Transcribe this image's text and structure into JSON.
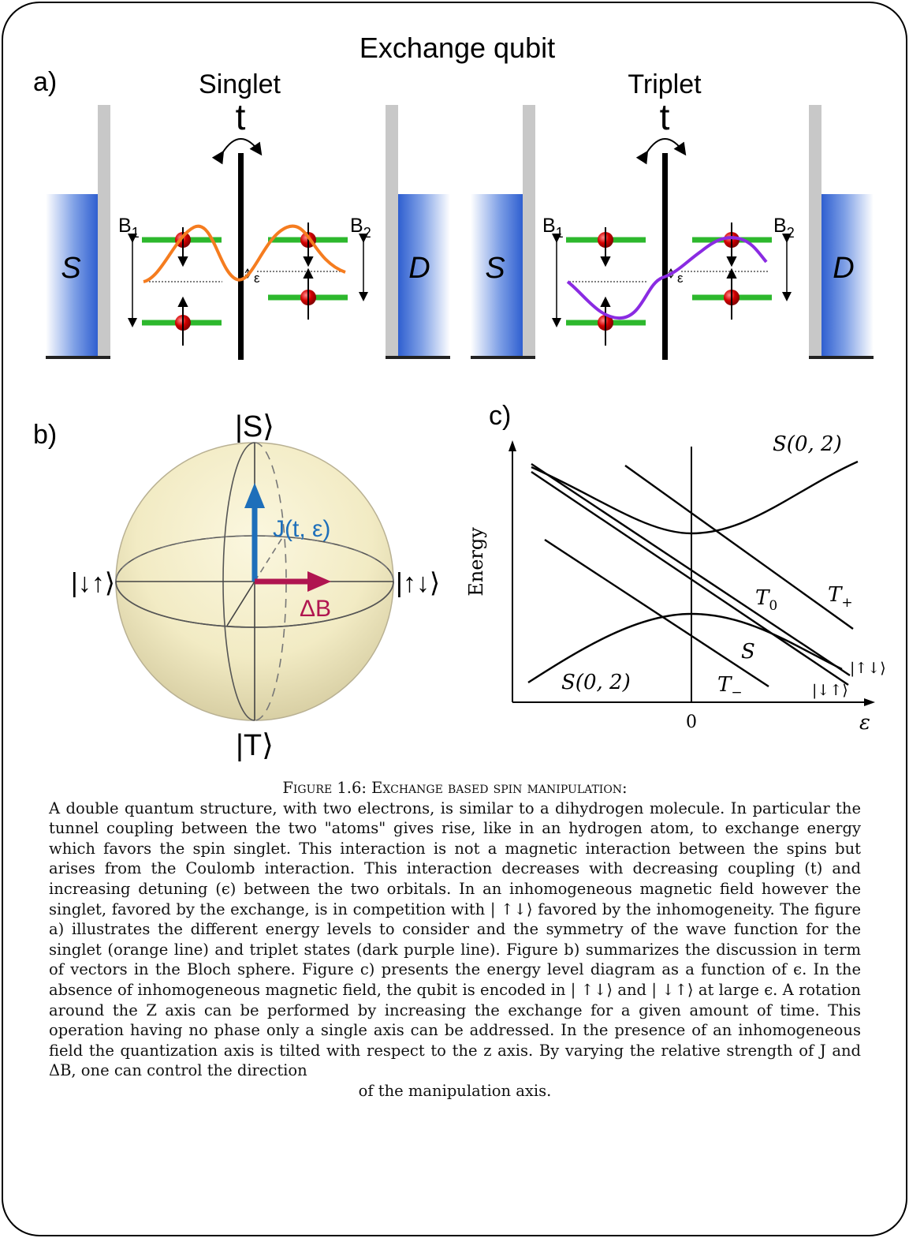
{
  "figure": {
    "title": "Exchange qubit",
    "panel_a": {
      "label": "a)",
      "singlet_title": "Singlet",
      "triplet_title": "Triplet",
      "tunnel_label": "t",
      "source_label": "S",
      "drain_label": "D",
      "b1_label": "B",
      "b1_sub": "1",
      "b2_label": "B",
      "b2_sub": "2",
      "detuning_label": "ε",
      "singlet_wave_color": "#f57c1f",
      "triplet_wave_color": "#8a2be2",
      "level_color": "#2db82d",
      "reservoir_color": "#3566d6"
    },
    "panel_b": {
      "label": "b)",
      "top_state": "|S⟩",
      "bottom_state": "|T⟩",
      "left_state": "|↓↑⟩",
      "right_state": "|↑↓⟩",
      "j_vector": "J(t, ε)",
      "db_vector": "ΔB",
      "j_color": "#1e6fba",
      "db_color": "#b01550"
    },
    "panel_c": {
      "label": "c)",
      "ylabel": "Energy",
      "xlabel": "ε",
      "x_tick": "0",
      "s02_top": "S(0, 2)",
      "s02_bottom": "S(0, 2)",
      "t0": "T",
      "t0_sub": "0",
      "tplus": "T",
      "tplus_sub": "+",
      "tminus": "T",
      "tminus_sub": "−",
      "s": "S",
      "ud": "|↑↓⟩",
      "du": "|↓↑⟩"
    }
  },
  "caption": {
    "heading": "Figure 1.6: Exchange based spin manipulation:",
    "body": "A double quantum structure, with two electrons, is similar to a dihydrogen molecule. In particular the tunnel coupling between the two \"atoms\" gives rise, like in an hydrogen atom, to exchange energy which favors the spin singlet. This interaction is not a magnetic interaction between the spins but arises from the Coulomb interaction. This interaction decreases with decreasing coupling (t) and increasing detuning (ϵ) between the two orbitals. In an inhomogeneous magnetic field however the singlet, favored by the exchange, is in competition with | ↑↓⟩ favored by the inhomogeneity. The figure a) illustrates the different energy levels to consider and the symmetry of the wave function for the singlet (orange line) and triplet states (dark purple line). Figure b) summarizes the discussion in term of vectors in the Bloch sphere. Figure c) presents the energy level diagram as a function of ϵ. In the absence of inhomogeneous magnetic field, the qubit is encoded in | ↑↓⟩ and | ↓↑⟩ at large ϵ. A rotation around the Z axis can be performed by increasing the exchange for a given amount of time. This operation having no phase only a single axis can be addressed. In the presence of an inhomogeneous field the quantization axis is tilted with respect to the z axis. By varying the relative strength of J and ΔB, one can control the direction",
    "last_line": "of the manipulation axis."
  }
}
